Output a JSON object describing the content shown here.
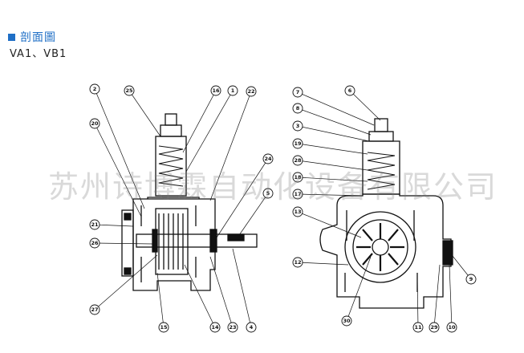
{
  "header": {
    "title": "剖面圖",
    "subtitle": "VA1、VB1",
    "accent_color": "#1f6fc6"
  },
  "watermark": "苏州诗博霖自动化设备有限公司",
  "left_view": {
    "callouts": [
      "2",
      "25",
      "16",
      "1",
      "22",
      "20",
      "24",
      "5",
      "21",
      "26",
      "27",
      "15",
      "14",
      "23",
      "4"
    ]
  },
  "right_view": {
    "callouts": [
      "7",
      "6",
      "8",
      "3",
      "19",
      "28",
      "18",
      "17",
      "13",
      "12",
      "9",
      "30",
      "11",
      "29",
      "10"
    ]
  }
}
